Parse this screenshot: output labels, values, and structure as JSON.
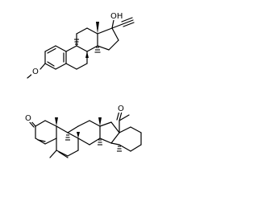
{
  "background": "#ffffff",
  "ink": "#000000",
  "molecules": [
    {
      "id": "top-molecule",
      "atom_labels": [
        {
          "id": "oh",
          "text": "OH"
        },
        {
          "id": "methoxy-o",
          "text": "O"
        }
      ]
    },
    {
      "id": "bottom-molecule",
      "atom_labels": [
        {
          "id": "ketone-o",
          "text": "O"
        },
        {
          "id": "acetyl-o",
          "text": "O"
        }
      ]
    }
  ]
}
